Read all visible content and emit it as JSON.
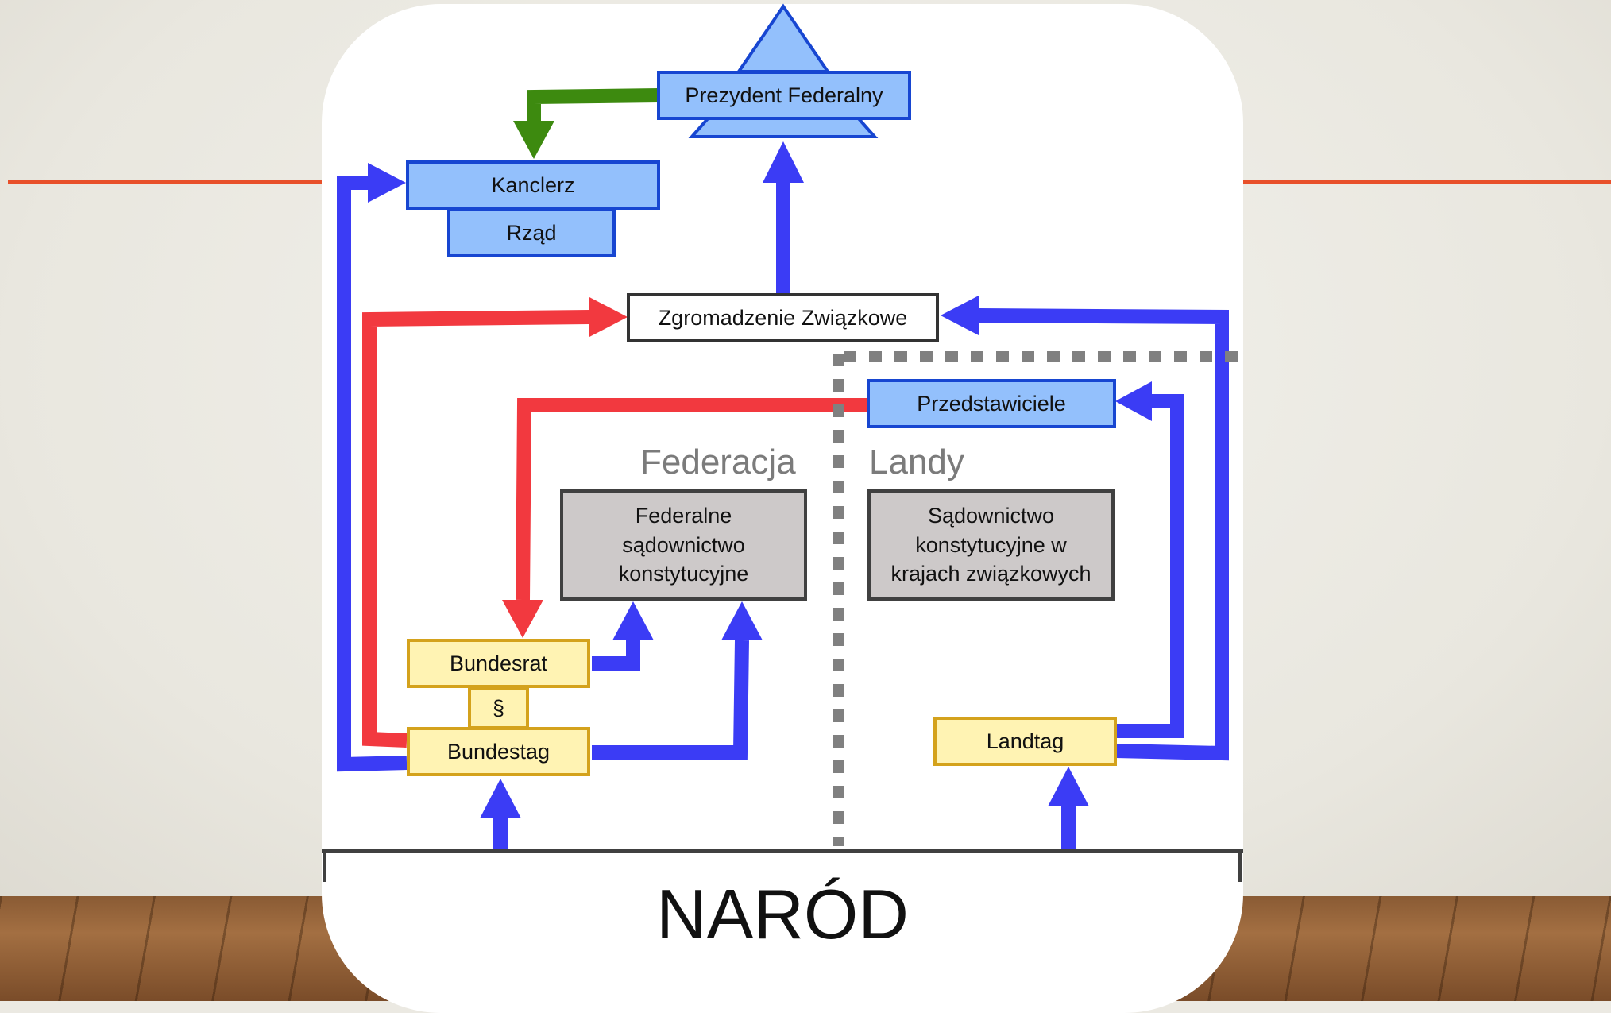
{
  "diagram": {
    "president": "Prezydent Federalny",
    "chancellor": "Kanclerz",
    "government": "Rząd",
    "federal_convention": "Zgromadzenie Związkowe",
    "representatives": "Przedstawiciele",
    "federation_label": "Federacja",
    "states_label": "Landy",
    "federal_court": "Federalne sądownictwo konstytucyjne",
    "state_courts": "Sądownictwo konstytucyjne w krajach związkowych",
    "bundesrat": "Bundesrat",
    "section_sign": "§",
    "bundestag": "Bundestag",
    "landtag": "Landtag",
    "nation": "NARÓD"
  },
  "colors": {
    "election_arrow": "#3b3cf5",
    "state_arrow": "#f2393f",
    "appointment_arrow": "#3d8a0f",
    "accent_line": "#e8502a"
  }
}
